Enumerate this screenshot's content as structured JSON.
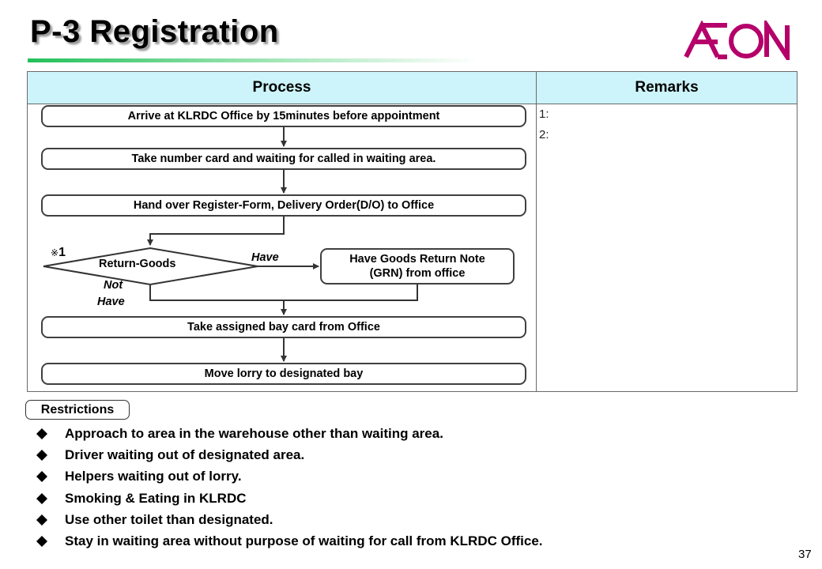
{
  "header": {
    "title": "P-3 Registration",
    "logo_text": "AEON",
    "logo_color": "#b5006a",
    "accent_bar_color": "#22c05a"
  },
  "table": {
    "process_header": "Process",
    "remarks_header": "Remarks",
    "header_bg": "#ccf4fa",
    "remarks": [
      "1:",
      "2:"
    ]
  },
  "flow": {
    "step1": "Arrive at KLRDC Office by 15minutes before appointment",
    "step2": "Take number card and waiting for called in waiting area.",
    "step3": "Hand over Register-Form, Delivery Order(D/O) to Office",
    "decision": "Return-Goods",
    "note_mark": "1",
    "have_label": "Have",
    "not_label": "Not",
    "not_have_label": "Have",
    "grn_line1": "Have Goods Return Note",
    "grn_line2": "(GRN) from office",
    "step5": "Take assigned bay card  from Office",
    "step6": "Move lorry to designated bay"
  },
  "restrictions": {
    "label": "Restrictions",
    "items": [
      "Approach to area in the warehouse other than waiting area.",
      "Driver waiting out of designated area.",
      "Helpers waiting out of lorry.",
      "Smoking & Eating in KLRDC",
      "Use other toilet than designated.",
      "Stay in waiting area without purpose of waiting for call from KLRDC Office."
    ]
  },
  "footer": {
    "page_number": "37"
  }
}
